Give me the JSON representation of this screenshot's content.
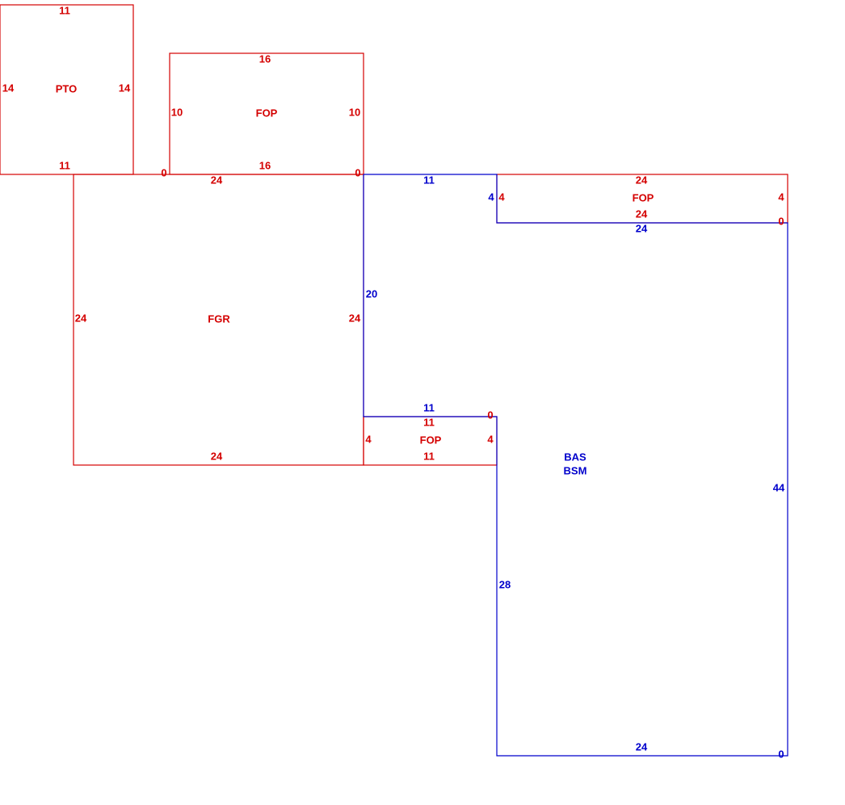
{
  "colors": {
    "red": "#d40000",
    "blue": "#0000cc"
  },
  "areas": {
    "pto": {
      "label": "PTO",
      "top": "11",
      "bottom": "11",
      "left": "14",
      "right": "14"
    },
    "fop_upper": {
      "label": "FOP",
      "top": "16",
      "bottom": "16",
      "left": "10",
      "right": "10",
      "corner_left": "0",
      "corner_right": "0"
    },
    "fgr": {
      "label": "FGR",
      "top": "24",
      "bottom": "24",
      "left": "24",
      "right": "24"
    },
    "fop_right": {
      "label": "FOP",
      "top": "24",
      "bottom": "24",
      "right": "4",
      "left": "4"
    },
    "fop_center": {
      "label": "FOP",
      "top": "11",
      "bottom": "11",
      "left": "4",
      "right": "4"
    },
    "bas": {
      "label": "BAS",
      "sublabel": "BSM",
      "top": "11",
      "notch_left": "4",
      "notch_bottom": "24",
      "left": "20",
      "inner_top": "11",
      "inner_corner": "0",
      "lower_left": "28",
      "bottom": "24",
      "right": "44",
      "corner_right_top": "0",
      "corner_right_bottom": "0"
    }
  }
}
